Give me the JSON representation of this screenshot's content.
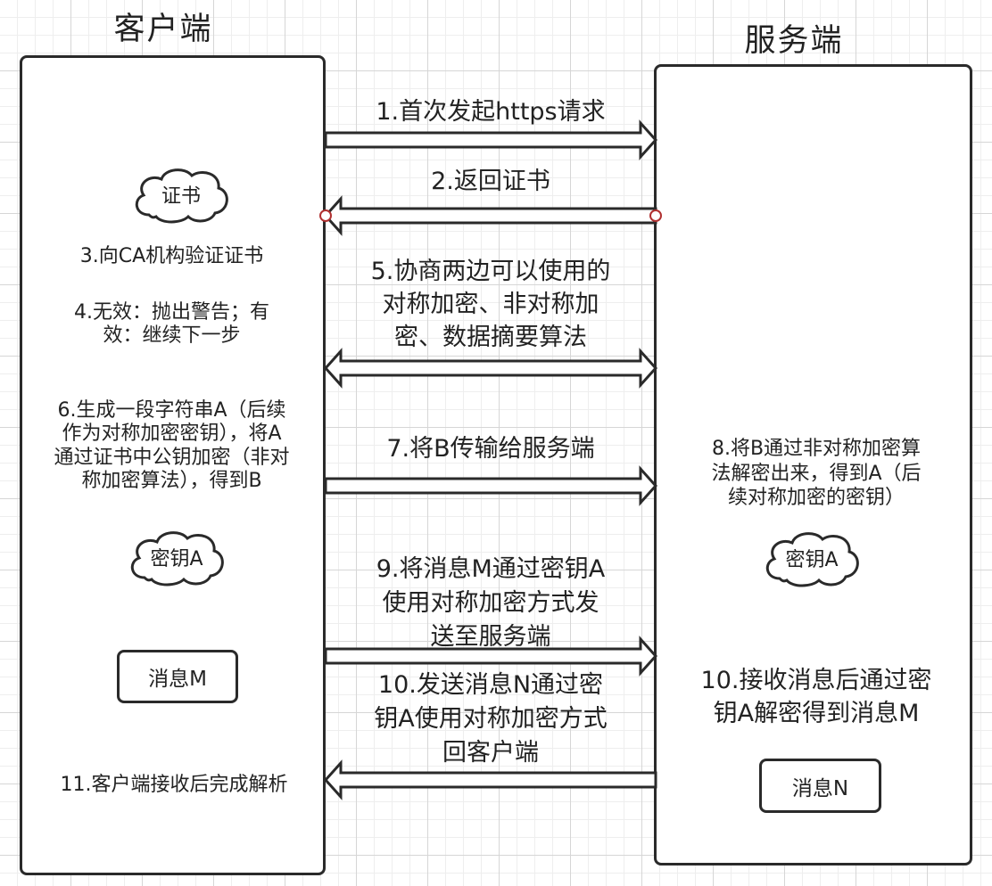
{
  "client": {
    "title": "客户端",
    "cloud_cert": "证书",
    "step3": "3.向CA机构验证证书",
    "step4": "4.无效：抛出警告；有\n效：继续下一步",
    "step6": "6.生成一段字符串A（后续\n作为对称加密密钥），将A\n通过证书中公钥加密（非对\n称加密算法），得到B",
    "cloud_key": "密钥A",
    "box_msg": "消息M",
    "step11": "11.客户端接收后完成解析"
  },
  "server": {
    "title": "服务端",
    "step8": "8.将B通过非对称加密算\n法解密出来，得到A（后\n续对称加密的密钥）",
    "cloud_key": "密钥A",
    "step10": "10.接收消息后通过密\n钥A解密得到消息M",
    "box_msg": "消息N"
  },
  "arrows": {
    "a1": "1.首次发起https请求",
    "a2": "2.返回证书",
    "a5": "5.协商两边可以使用的\n对称加密、非对称加\n密、数据摘要算法",
    "a7": "7.将B传输给服务端",
    "a9": "9.将消息M通过密钥A\n使用对称加密方式发\n送至服务端",
    "a10": "10.发送消息N通过密\n钥A使用对称加密方式\n回客户端"
  }
}
